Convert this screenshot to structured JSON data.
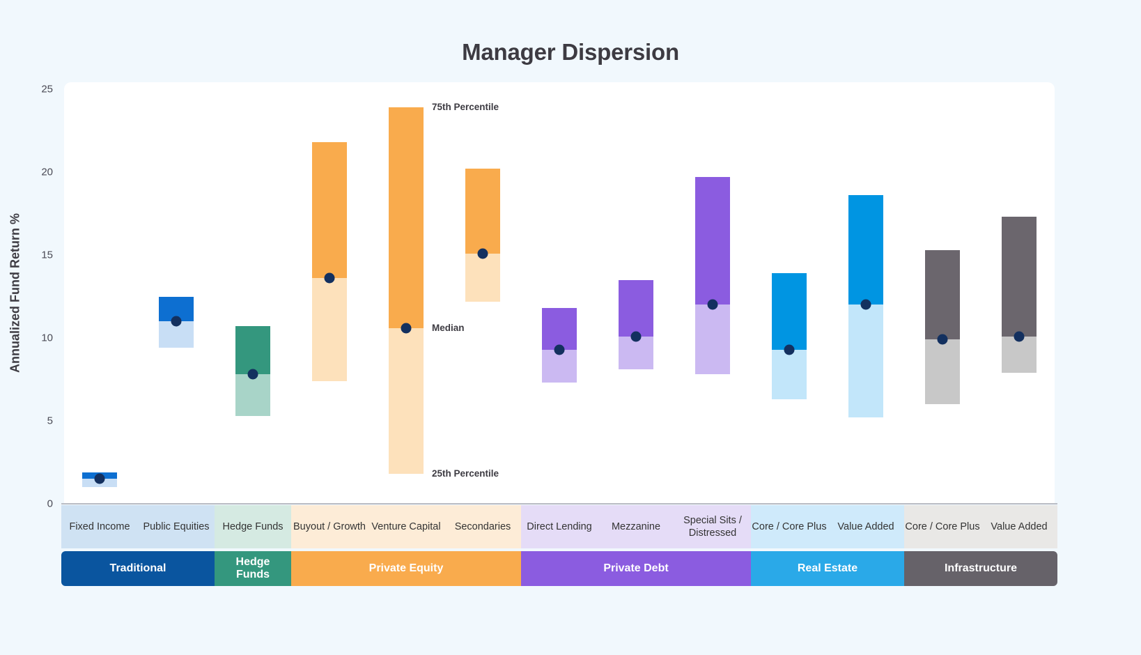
{
  "chart_data": {
    "type": "bar",
    "title": "Manager Dispersion",
    "xlabel": "",
    "ylabel": "Annualized Fund Return %",
    "ylim": [
      0,
      25
    ],
    "yticks": [
      "0",
      "5",
      "10",
      "15",
      "20",
      "25"
    ],
    "grid": false,
    "legend_position": "inline-annotations",
    "annotations": [
      {
        "key": "p75",
        "label": "75th Percentile"
      },
      {
        "key": "median",
        "label": "Median"
      },
      {
        "key": "p25",
        "label": "25th Percentile"
      }
    ],
    "categories": [
      "Fixed Income",
      "Public Equities",
      "Hedge Funds",
      "Buyout / Growth",
      "Venture Capital",
      "Secondaries",
      "Direct Lending",
      "Mezzanine",
      "Special Sits / Distressed",
      "Core / Core Plus",
      "Value Added",
      "Core / Core Plus",
      "Value Added"
    ],
    "series": [
      {
        "name": "25th Percentile",
        "values": [
          1.0,
          9.4,
          5.3,
          7.4,
          1.8,
          12.2,
          7.3,
          8.1,
          7.8,
          6.3,
          5.2,
          6.0,
          7.9
        ]
      },
      {
        "name": "Median",
        "values": [
          1.5,
          11.0,
          7.8,
          13.6,
          10.6,
          15.1,
          9.3,
          10.1,
          12.0,
          9.3,
          12.0,
          9.9,
          10.1
        ]
      },
      {
        "name": "75th Percentile",
        "values": [
          1.9,
          12.5,
          10.7,
          21.8,
          23.9,
          20.2,
          11.8,
          13.5,
          19.7,
          13.9,
          18.6,
          15.3,
          17.3
        ]
      }
    ],
    "groups": [
      {
        "name": "Traditional",
        "color": "#0a559f",
        "band_color": "#cfe2f3",
        "bar_upper": "#0d6fd1",
        "bar_lower": "#c8def5",
        "members": 2
      },
      {
        "name": "Hedge Funds",
        "color": "#34977e",
        "band_color": "#d5eae2",
        "bar_upper": "#34977e",
        "bar_lower": "#a8d4c8",
        "members": 1
      },
      {
        "name": "Private Equity",
        "color": "#f9ab4d",
        "band_color": "#fdecd7",
        "bar_upper": "#f9ab4d",
        "bar_lower": "#fde1bb",
        "members": 3
      },
      {
        "name": "Private Debt",
        "color": "#8b5ce0",
        "band_color": "#e5dcf7",
        "bar_upper": "#8b5ce0",
        "bar_lower": "#cbb9f2",
        "members": 3
      },
      {
        "name": "Real Estate",
        "color": "#2aa9e8",
        "band_color": "#cfeafb",
        "bar_upper": "#0095e2",
        "bar_lower": "#c2e6fa",
        "members": 2
      },
      {
        "name": "Infrastructure",
        "color": "#666269",
        "band_color": "#e9e8e6",
        "bar_upper": "#6b666d",
        "bar_lower": "#c8c8c8",
        "members": 2
      }
    ],
    "median_dot_color": "#13305f"
  },
  "colors": {
    "page_background": "#f1f8fd",
    "panel_background": "#ffffff",
    "title_text": "#3d3b42",
    "axis_line": "#b9bcc4",
    "tick_text": "#4a4a55"
  }
}
